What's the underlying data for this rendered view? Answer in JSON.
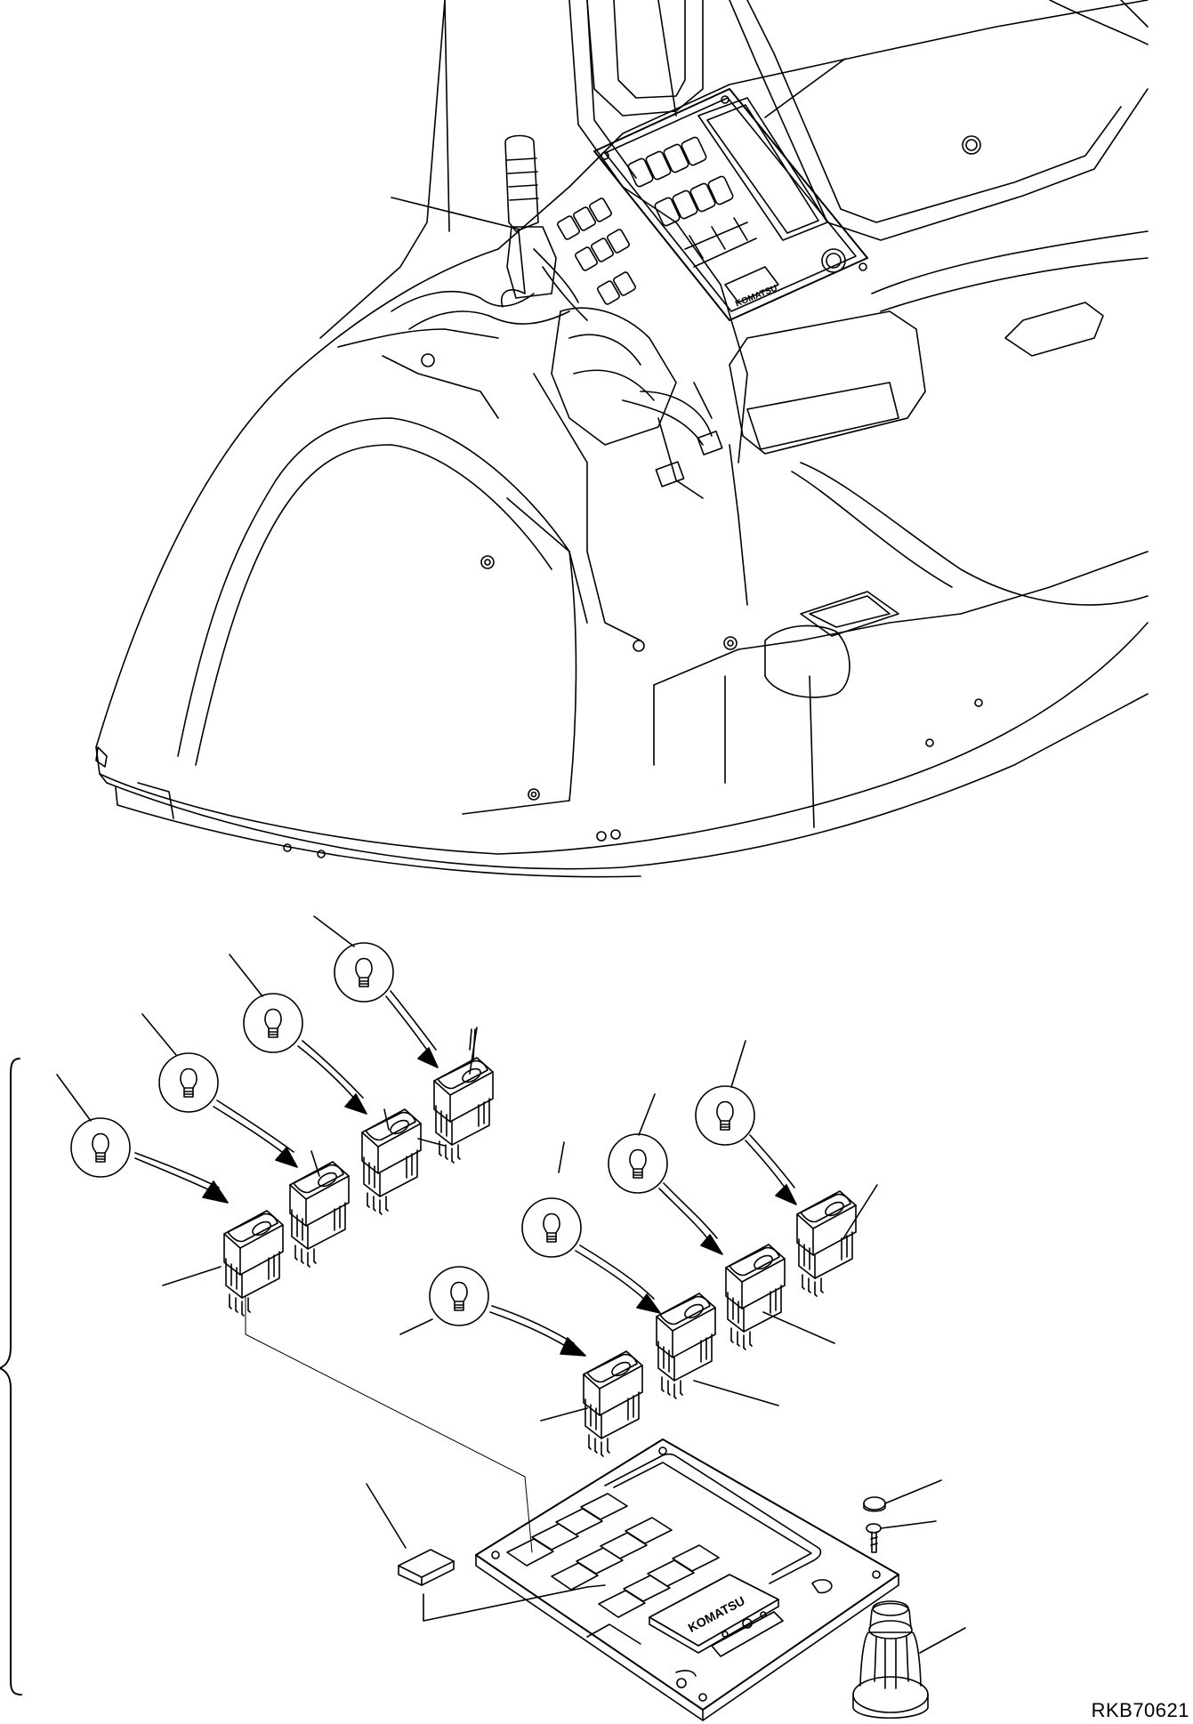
{
  "drawing": {
    "reference_code": "RKB70621",
    "nameplate_brand": "KOMATSU"
  },
  "lamp_switch_count": 8,
  "bulb_count": 8
}
